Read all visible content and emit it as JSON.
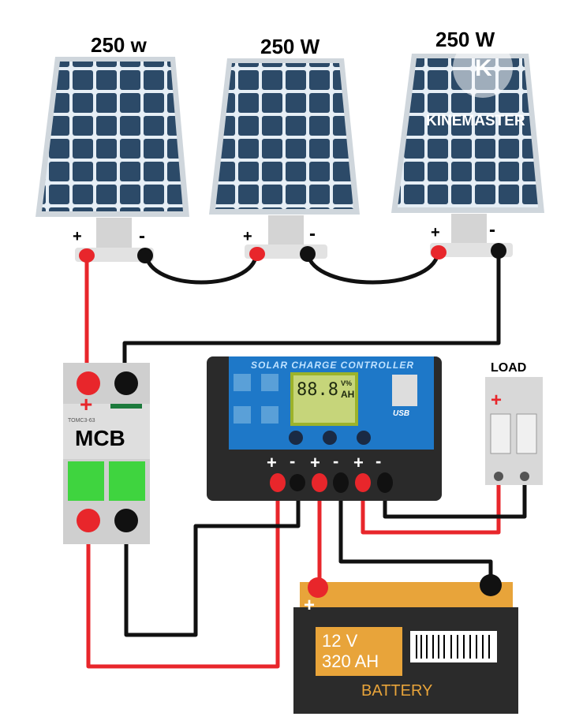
{
  "panels": [
    {
      "label": "250 w"
    },
    {
      "label": "250 W"
    },
    {
      "label": "250 W"
    }
  ],
  "watermark": {
    "text": "KINEMASTER",
    "logo_letter": "K"
  },
  "mcb": {
    "label": "MCB",
    "model": "TOMC3-63"
  },
  "controller": {
    "title": "SOLAR CHARGE CONTROLLER",
    "display": "88.8",
    "unit_top": "V%",
    "unit_bottom": "AH",
    "usb": "USB"
  },
  "load": {
    "label": "LOAD"
  },
  "battery": {
    "voltage": "12 V",
    "capacity": "320 AH",
    "label": "BATTERY"
  },
  "symbols": {
    "plus": "+",
    "minus": "-"
  },
  "colors": {
    "positive": "#e8262b",
    "negative": "#111111",
    "panel": "#2c4a68",
    "controller": "#1e78c8",
    "battery": "#e8a43a"
  }
}
